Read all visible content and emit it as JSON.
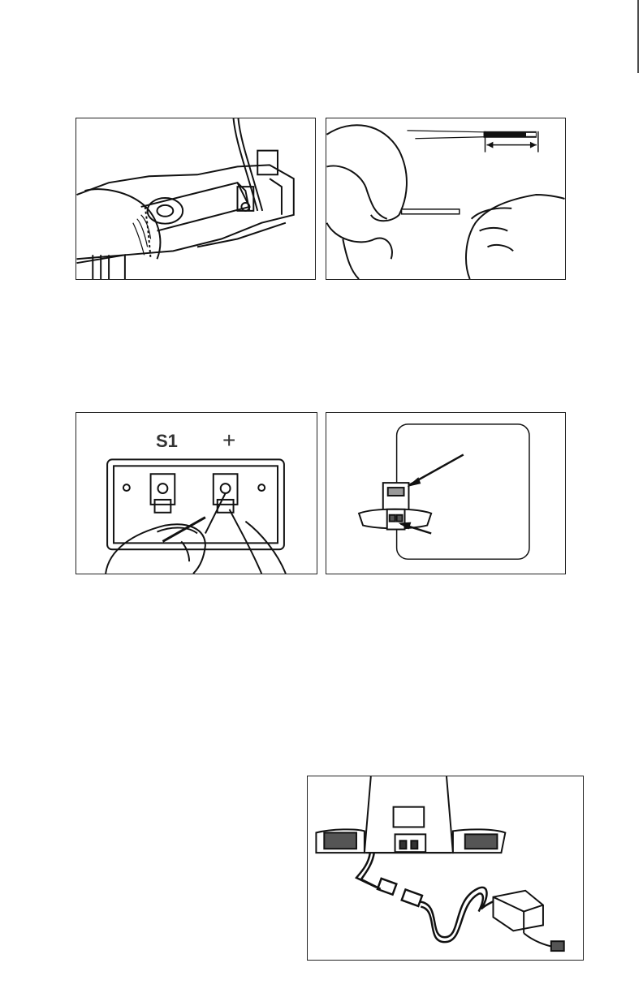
{
  "panels": {
    "strip": {
      "name": "wire-stripper-illustration"
    },
    "measure": {
      "name": "wire-length-illustration"
    },
    "terminal": {
      "label_left": "S1",
      "label_right": "+"
    },
    "sensor": {
      "name": "sensor-unit-illustration"
    },
    "power": {
      "name": "power-adapter-illustration"
    }
  }
}
